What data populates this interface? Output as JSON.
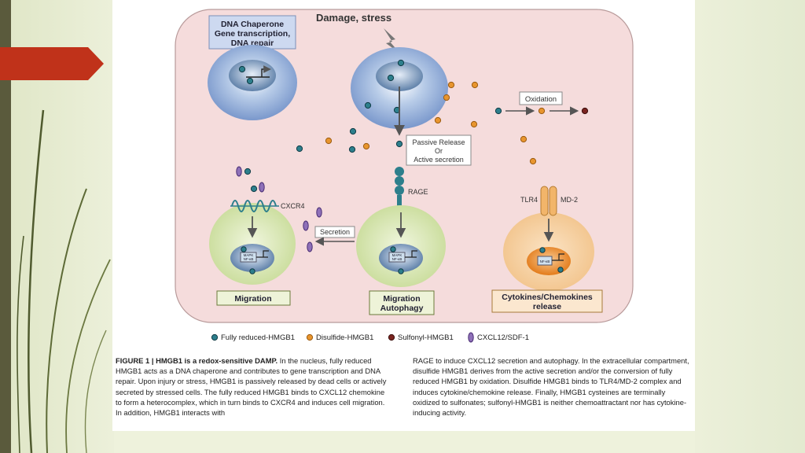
{
  "diagram": {
    "top_label": "Damage, stress",
    "nucleus_box": [
      "DNA Chaperone",
      "Gene transcription,",
      "DNA repair"
    ],
    "release_box": [
      "Passive Release",
      "Or",
      "Active secretion"
    ],
    "oxidation": "Oxidation",
    "rage": "RAGE",
    "cxcr4": "CXCR4",
    "secretion": "Secretion",
    "tlr4": "TLR4",
    "md2": "MD-2",
    "nucleus_mapk": "MAPK",
    "nucleus_nfkb": "NF-κB",
    "migration_box": "Migration",
    "migration_autophagy_box": [
      "Migration",
      "Autophagy"
    ],
    "cytokines_box": [
      "Cytokines/Chemokines",
      "release"
    ]
  },
  "legend": {
    "reduced": "Fully reduced-HMGB1",
    "disulfide": "Disulfide-HMGB1",
    "sulfonyl": "Sulfonyl-HMGB1",
    "cxcl12": "CXCL12/SDF-1"
  },
  "caption": {
    "title": "FIGURE 1 | HMGB1 is a redox-sensitive DAMP.",
    "left_text": "In the nucleus, fully reduced HMGB1 acts as a DNA chaperone and contributes to gene transcription and DNA repair. Upon injury or stress, HMGB1 is passively released by dead cells or actively secreted by stressed cells. The fully reduced HMGB1 binds to CXCL12 chemokine to form a heterocomplex, which in turn binds to CXCR4 and induces cell migration. In addition, HMGB1 interacts with",
    "right_text": "RAGE to induce CXCL12 secretion and autophagy. In the extracellular compartment, disulfide HMGB1 derives from the active secretion and/or the conversion of fully reduced HMGB1 by oxidation. Disulfide HMGB1 binds to TLR4/MD-2 complex and induces cytokine/chemokine release. Finally, HMGB1 cysteines are terminally oxidized to sulfonates; sulfonyl-HMGB1 is neither chemoattractant nor has cytokine-inducing activity."
  },
  "colors": {
    "reduced": "#2d7f8c",
    "disulfide": "#e8952e",
    "sulfonyl": "#7a2420",
    "cxcl12": "#7a5aa0",
    "panel": "#f4dede",
    "accent_red": "#c0321a"
  }
}
